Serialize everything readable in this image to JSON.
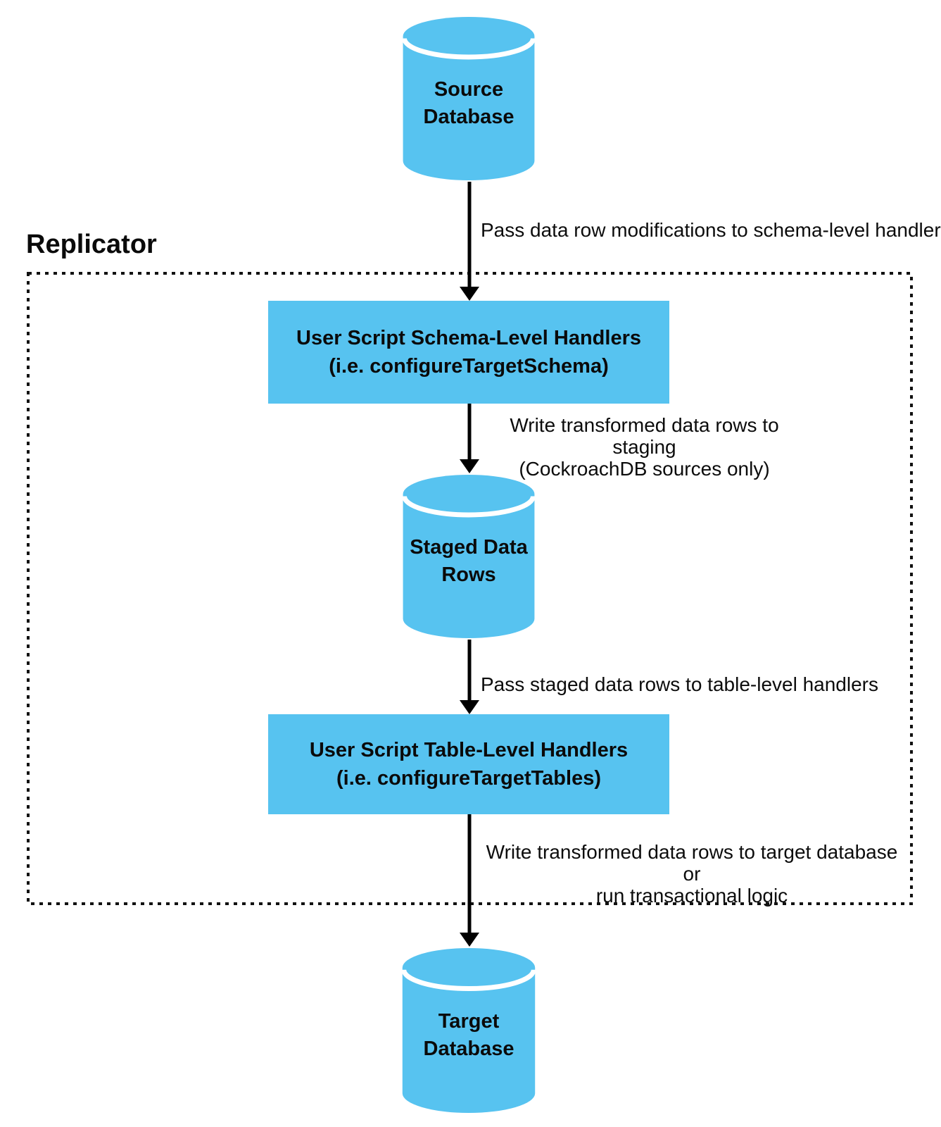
{
  "replicator": {
    "label": "Replicator"
  },
  "nodes": {
    "source_db": {
      "line1": "Source",
      "line2": "Database"
    },
    "schema_handlers": {
      "line1": "User Script Schema-Level Handlers",
      "line2": "(i.e. configureTargetSchema)"
    },
    "staged_rows": {
      "line1": "Staged Data",
      "line2": "Rows"
    },
    "table_handlers": {
      "line1": "User Script Table-Level Handlers",
      "line2": "(i.e. configureTargetTables)"
    },
    "target_db": {
      "line1": "Target",
      "line2": "Database"
    }
  },
  "edges": {
    "source_to_schema": {
      "label": "Pass data row modifications to schema-level handlers"
    },
    "schema_to_staging": {
      "line1": "Write transformed data rows to staging",
      "line2": "(CockroachDB sources only)"
    },
    "staging_to_table": {
      "label": "Pass staged data rows to table-level handlers"
    },
    "table_to_target": {
      "line1": "Write transformed data rows to target database or",
      "line2": "run transactional logic"
    }
  },
  "colors": {
    "node_fill": "#57C3F0",
    "arrow": "#000000",
    "text": "#0B0B0B",
    "boundary": "#111111",
    "background": "#FFFFFF"
  }
}
